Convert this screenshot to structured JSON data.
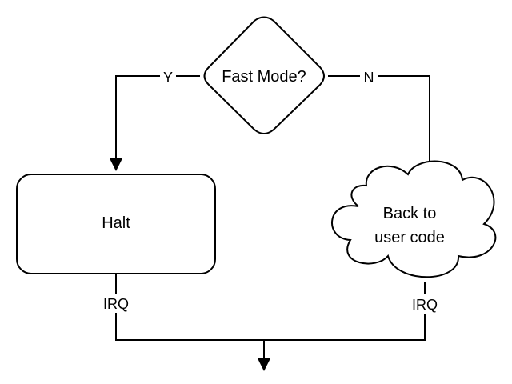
{
  "nodes": {
    "decision": {
      "label": "Fast Mode?"
    },
    "halt": {
      "label": "Halt"
    },
    "back_to_user_code": {
      "label_line1": "Back to",
      "label_line2": "user code"
    }
  },
  "edges": {
    "yes_label": "Y",
    "no_label": "N",
    "halt_irq_label": "IRQ",
    "user_code_irq_label": "IRQ"
  }
}
